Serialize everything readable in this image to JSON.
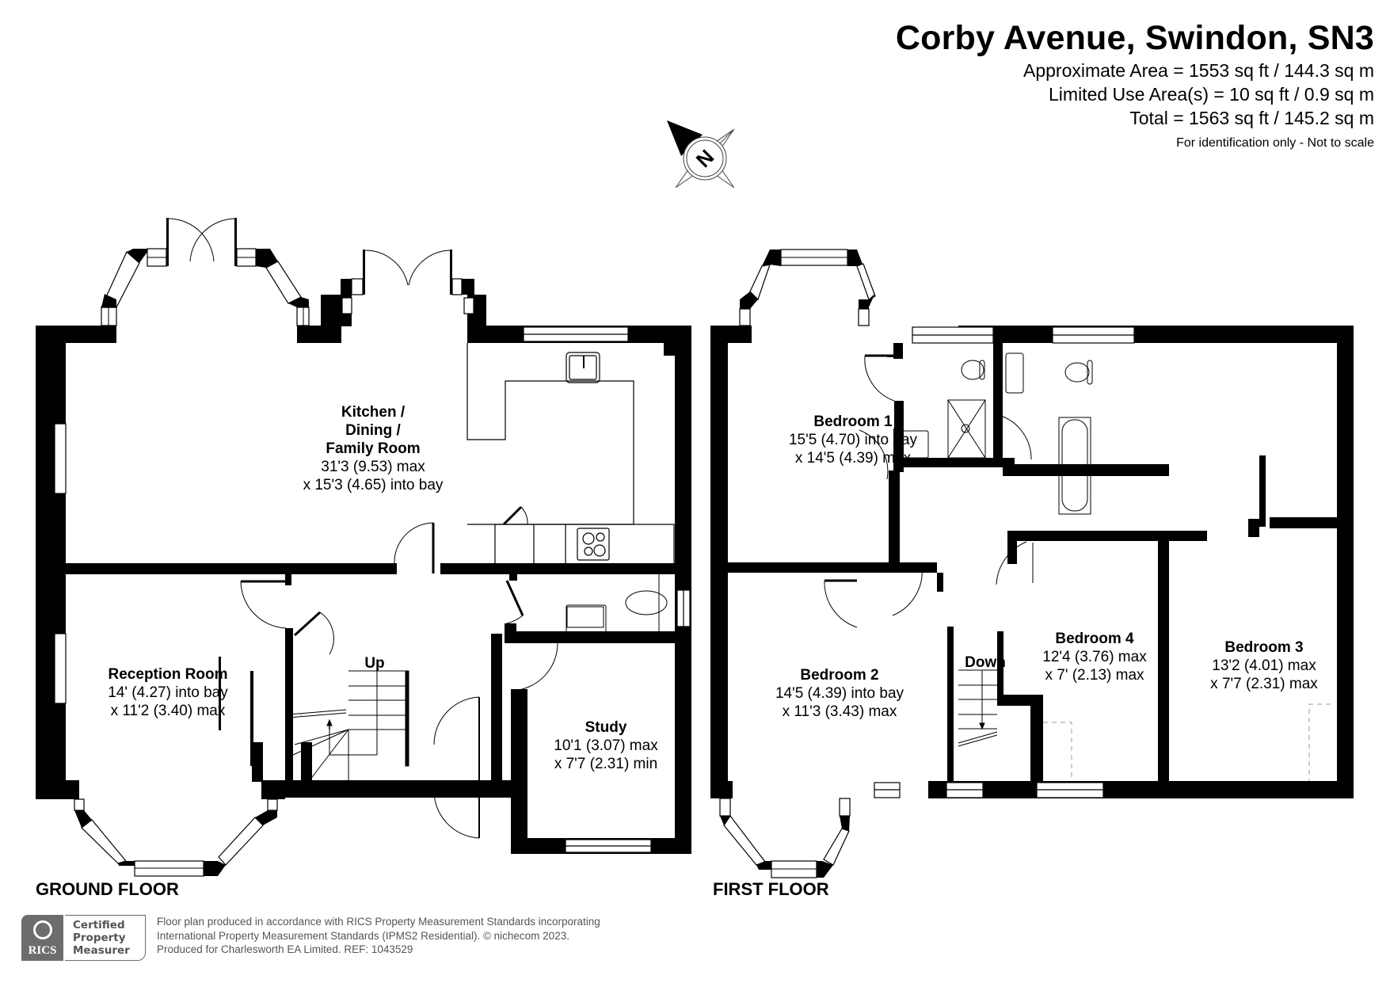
{
  "header": {
    "title": "Corby Avenue, Swindon, SN3",
    "approx_area": "Approximate Area = 1553 sq ft / 144.3 sq m",
    "limited_use_area": "Limited Use Area(s) = 10 sq ft / 0.9 sq m",
    "total": "Total = 1563 sq ft / 145.2 sq m",
    "disclaimer": "For identification only - Not to scale"
  },
  "compass": {
    "icon": "north-compass-icon",
    "label": "N"
  },
  "ground_floor": {
    "label": "GROUND FLOOR",
    "stairs_label": "Up",
    "rooms": [
      {
        "name_lines": [
          "Kitchen /",
          "Dining /",
          "Family Room"
        ],
        "dims": [
          "31'3 (9.53) max",
          "x 15'3 (4.65) into bay"
        ]
      },
      {
        "name_lines": [
          "Reception Room"
        ],
        "dims": [
          "14' (4.27) into bay",
          "x 11'2 (3.40) max"
        ]
      },
      {
        "name_lines": [
          "Study"
        ],
        "dims": [
          "10'1 (3.07) max",
          "x 7'7 (2.31) min"
        ]
      }
    ]
  },
  "first_floor": {
    "label": "FIRST FLOOR",
    "stairs_label": "Down",
    "rooms": [
      {
        "name_lines": [
          "Bedroom 1"
        ],
        "dims": [
          "15'5 (4.70) into bay",
          "x 14'5 (4.39) max"
        ]
      },
      {
        "name_lines": [
          "Bedroom 2"
        ],
        "dims": [
          "14'5 (4.39) into bay",
          "x 11'3 (3.43) max"
        ]
      },
      {
        "name_lines": [
          "Bedroom 4"
        ],
        "dims": [
          "12'4 (3.76) max",
          "x 7' (2.13) max"
        ]
      },
      {
        "name_lines": [
          "Bedroom 3"
        ],
        "dims": [
          "13'2 (4.01) max",
          "x 7'7 (2.31) max"
        ]
      }
    ]
  },
  "footer": {
    "rics_logo_text": "RICS",
    "certified_lines": [
      "Certified",
      "Property",
      "Measurer"
    ],
    "text_lines": [
      "Floor plan produced in accordance with RICS Property Measurement Standards incorporating",
      "International Property Measurement Standards (IPMS2 Residential).   © nichecom 2023.",
      "Produced for Charlesworth EA Limited.   REF:  1043529"
    ]
  },
  "colors": {
    "wall": "#000000",
    "background": "#ffffff",
    "footer_grey": "#6d6d6d",
    "dashed": "#999999"
  }
}
